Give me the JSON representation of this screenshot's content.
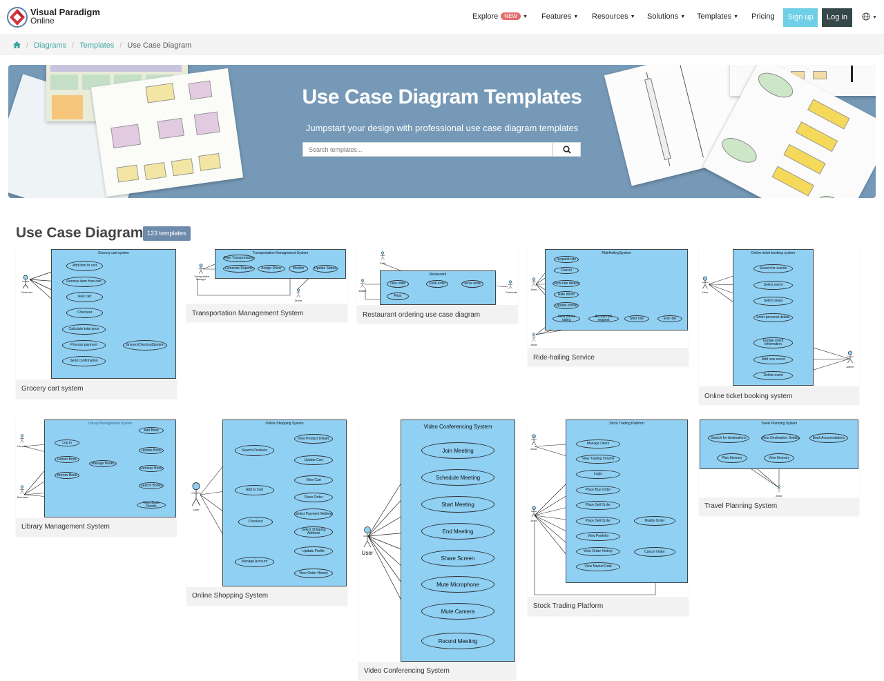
{
  "brand": {
    "name_line1": "Visual Paradigm",
    "name_line2": "Online"
  },
  "nav": {
    "explore": "Explore",
    "new_badge": "NEW",
    "features": "Features",
    "resources": "Resources",
    "solutions": "Solutions",
    "templates": "Templates",
    "pricing": "Pricing",
    "signup": "Sign up",
    "login": "Log in"
  },
  "breadcrumb": {
    "items": [
      "Diagrams",
      "Templates"
    ],
    "current": "Use Case Diagram"
  },
  "banner": {
    "title": "Use Case Diagram Templates",
    "subtitle": "Jumpstart your design with professional use case diagram templates",
    "search_placeholder": "Search templates..."
  },
  "section": {
    "title": "Use Case Diagram",
    "count": "123 templates"
  },
  "cards": [
    {
      "title": "Grocery cart system",
      "system": "Grocery cart system",
      "actors": [
        "Customer"
      ],
      "usecases": [
        "Add item to cart",
        "Remove item from cart",
        "view cart",
        "Checkout",
        "Calculate total price",
        "Process payment",
        "GroceryCheckoutSystem",
        "Send confirmation"
      ]
    },
    {
      "title": "Transportation Management System",
      "system": "Transportation Management System",
      "actors": [
        "Transportation Manager",
        "Driver"
      ],
      "usecases": [
        "Plan Transportation",
        "Generate Reports",
        "Assign Driver",
        "Monitor",
        "Update Status"
      ]
    },
    {
      "title": "Restaurant ordering use case diagram",
      "system": "Restaurant",
      "actors": [
        "Chef",
        "Waiter",
        "Customer"
      ],
      "usecases": [
        "Take order",
        "Cook order",
        "Serve order",
        "Pass"
      ]
    },
    {
      "title": "Ride-hailing Service",
      "system": "RideHailingSystem",
      "actors": [
        "Actor",
        "Actor"
      ],
      "usecases": [
        "Request ride",
        "Cancel",
        "View ride details",
        "Rate driver",
        "Update profile",
        "View driver rating",
        "Accept ride request",
        "Start ride",
        "End ride"
      ]
    },
    {
      "title": "Online ticket booking system",
      "system": "Online ticket booking system",
      "actors": [
        "User",
        "Admin"
      ],
      "usecases": [
        "Search for events",
        "Select event",
        "Select seats",
        "Enter personal details",
        "Update event information",
        "Add new event",
        "Delete event"
      ]
    },
    {
      "title": "Library Management System",
      "system": "Library Management System",
      "actors": [
        "Librarian",
        "Borrower"
      ],
      "usecases": [
        "Log in",
        "Return Book",
        "Borrow Book",
        "Manage Books",
        "Add Book",
        "Update Book",
        "Remove Book",
        "Search Books",
        "View Book Details"
      ]
    },
    {
      "title": "Online Shopping System",
      "system": "Online Shopping System",
      "actors": [
        "User"
      ],
      "usecases": [
        "Search Products",
        "Add to Cart",
        "Checkout",
        "Manage Account",
        "View Product Details",
        "Update Cart",
        "View Cart",
        "Place Order",
        "Select Payment Method",
        "Select Shipping Address",
        "Update Profile",
        "View Order History"
      ]
    },
    {
      "title": "Video Conferencing System",
      "system": "Video Conferencing System",
      "actors": [
        "User"
      ],
      "usecases": [
        "Join Meeting",
        "Schedule Meeting",
        "Start Meeting",
        "End Meeting",
        "Share Screen",
        "Mute Microphone",
        "Mute Camera",
        "Record Meeting"
      ]
    },
    {
      "title": "Stock Trading Platform",
      "system": "Stock Trading Platform",
      "actors": [
        "Actor",
        "Actor"
      ],
      "usecases": [
        "Manage Users",
        "View Trading Volume",
        "Login",
        "Place Buy Order",
        "Place Sell Order",
        "Place Sell Order",
        "View Portfolio",
        "View Order History",
        "View Market Data",
        "Modify Order",
        "Cancel Order"
      ]
    },
    {
      "title": "Travel Planning System",
      "system": "Travel Planning System",
      "actors": [
        "Actor"
      ],
      "usecases": [
        "Search for destinations",
        "View Destination Details",
        "Book Accomodations",
        "Plan Itinerary",
        "View Itinerary"
      ]
    }
  ],
  "colors": {
    "banner_bg": "#7599b7",
    "system_fill": "#8fd0f3",
    "accent_teal": "#3aa7a0",
    "signup_bg": "#6fcfe6",
    "login_bg": "#36474a"
  }
}
